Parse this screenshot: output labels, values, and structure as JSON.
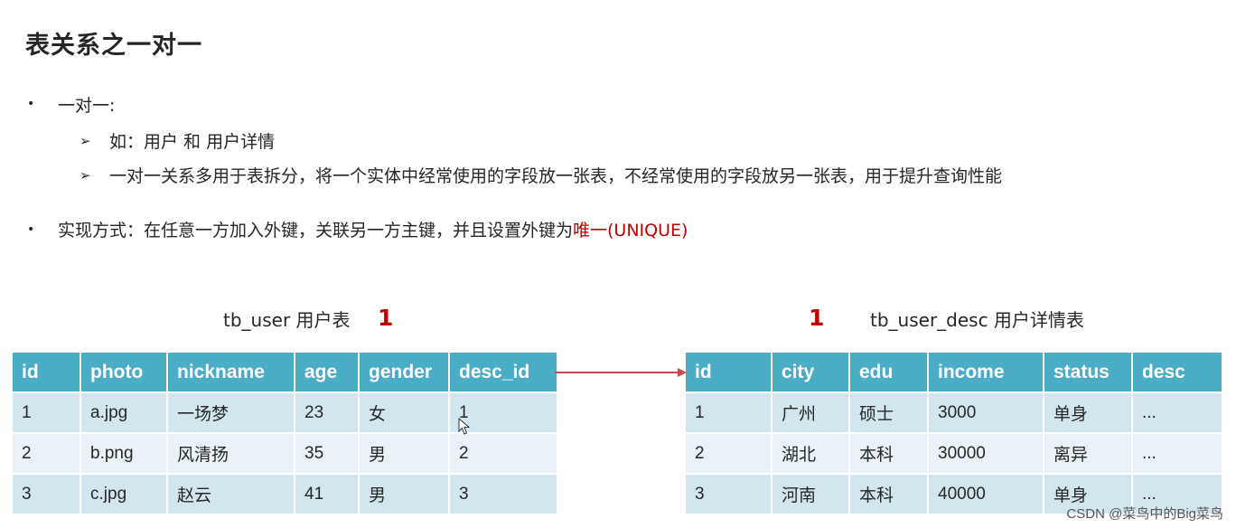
{
  "title": "表关系之一对一",
  "bullets": {
    "b1": "一对一:",
    "b1_sub1": "如：用户 和 用户详情",
    "b1_sub2": "一对一关系多用于表拆分，将一个实体中经常使用的字段放一张表，不经常使用的字段放另一张表，用于提升查询性能",
    "b2_prefix": "实现方式：在任意一方加入外键，关联另一方主键，并且设置外键为",
    "b2_highlight": "唯一(UNIQUE)"
  },
  "left_table": {
    "caption": "tb_user 用户表",
    "cardinality": "1",
    "headers": [
      "id",
      "photo",
      "nickname",
      "age",
      "gender",
      "desc_id"
    ],
    "rows": [
      [
        "1",
        "a.jpg",
        "一场梦",
        "23",
        "女",
        "1"
      ],
      [
        "2",
        "b.png",
        "风清扬",
        "35",
        "男",
        "2"
      ],
      [
        "3",
        "c.jpg",
        "赵云",
        "41",
        "男",
        "3"
      ]
    ]
  },
  "right_table": {
    "caption": "tb_user_desc 用户详情表",
    "cardinality": "1",
    "headers": [
      "id",
      "city",
      "edu",
      "income",
      "status",
      "desc"
    ],
    "rows": [
      [
        "1",
        "广州",
        "硕士",
        "3000",
        "单身",
        "..."
      ],
      [
        "2",
        "湖北",
        "本科",
        "30000",
        "离异",
        "..."
      ],
      [
        "3",
        "河南",
        "本科",
        "40000",
        "单身",
        "..."
      ]
    ]
  },
  "watermark": "CSDN @菜鸟中的Big菜鸟",
  "colors": {
    "header_bg": "#4bacc6",
    "row_odd": "#d2e6ee",
    "row_even": "#e9f2f6",
    "accent_red": "#c00000"
  }
}
